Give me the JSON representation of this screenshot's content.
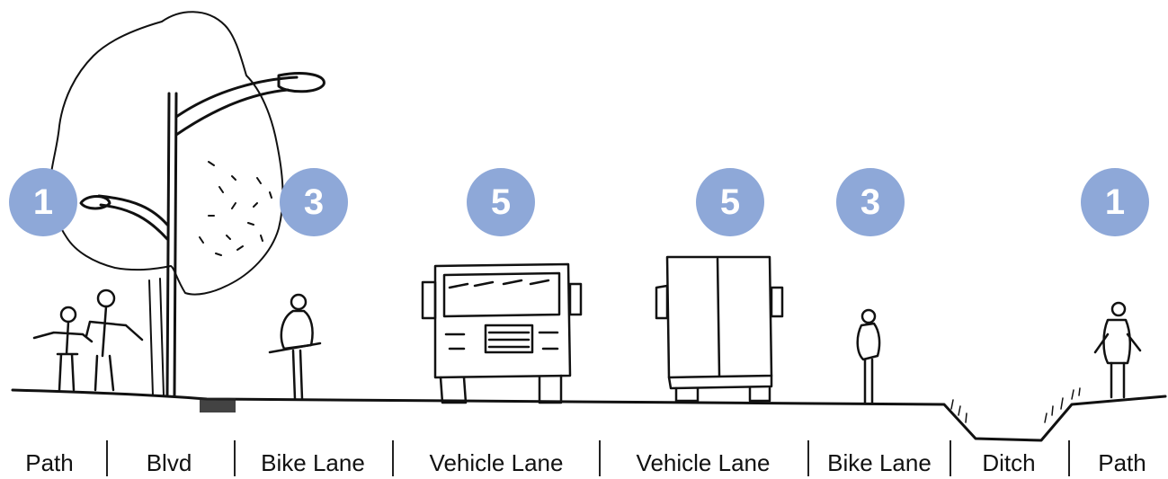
{
  "colors": {
    "badge": "#8EA8D8",
    "ink": "#111111"
  },
  "badges": [
    {
      "id": "path-left",
      "value": "1"
    },
    {
      "id": "bike-left",
      "value": "3"
    },
    {
      "id": "vehicle-left",
      "value": "5"
    },
    {
      "id": "vehicle-right",
      "value": "5"
    },
    {
      "id": "bike-right",
      "value": "3"
    },
    {
      "id": "path-right",
      "value": "1"
    }
  ],
  "zones": [
    {
      "id": "path-left",
      "label": "Path"
    },
    {
      "id": "blvd",
      "label": "Blvd"
    },
    {
      "id": "bike-left",
      "label": "Bike Lane"
    },
    {
      "id": "vehicle-left",
      "label": "Vehicle Lane"
    },
    {
      "id": "vehicle-right",
      "label": "Vehicle Lane"
    },
    {
      "id": "bike-right",
      "label": "Bike Lane"
    },
    {
      "id": "ditch",
      "label": "Ditch"
    },
    {
      "id": "path-right",
      "label": "Path"
    }
  ]
}
